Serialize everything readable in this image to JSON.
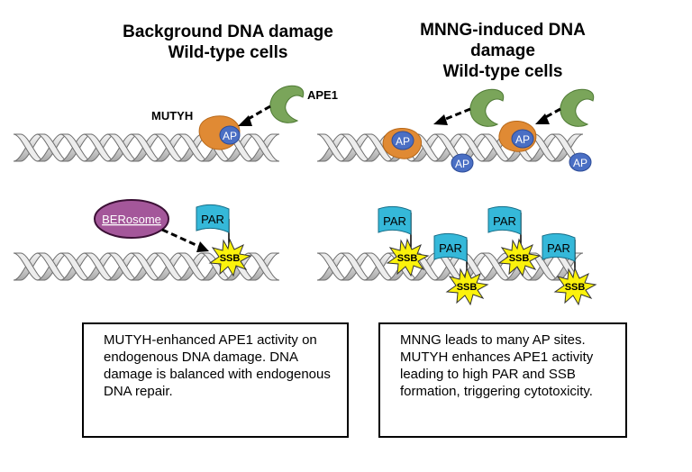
{
  "left_panel": {
    "title_line1": "Background DNA damage",
    "title_line2": "Wild-type cells",
    "mutyh_label": "MUTYH",
    "ape1_label": "APE1",
    "ap_label": "AP",
    "bersome_label": "BERosome",
    "par_label": "PAR",
    "ssb_label": "SSB",
    "description": "MUTYH-enhanced APE1 activity on endogenous DNA damage. DNA damage is balanced with endogenous DNA repair."
  },
  "right_panel": {
    "title_line1": "MNNG-induced DNA",
    "title_line2": "damage",
    "title_line3": "Wild-type cells",
    "ap_label": "AP",
    "par_label": "PAR",
    "ssb_label": "SSB",
    "description": "MNNG leads to many AP sites. MUTYH enhances APE1 activity leading to high PAR and SSB formation, triggering cytotoxicity."
  },
  "colors": {
    "mutyh": "#e08a34",
    "ape1": "#7aa55a",
    "ap": "#4a6fc4",
    "bersome": "#a4579a",
    "par_flag": "#35b8d9",
    "ssb_burst": "#fbf20c",
    "dna_strand": "#d9d9d9"
  },
  "icons": [
    "dna-helix-icon",
    "mutyh-blob-icon",
    "ape1-pacman-icon",
    "ap-site-icon",
    "par-flag-icon",
    "ssb-burst-icon",
    "bersome-oval-icon"
  ]
}
